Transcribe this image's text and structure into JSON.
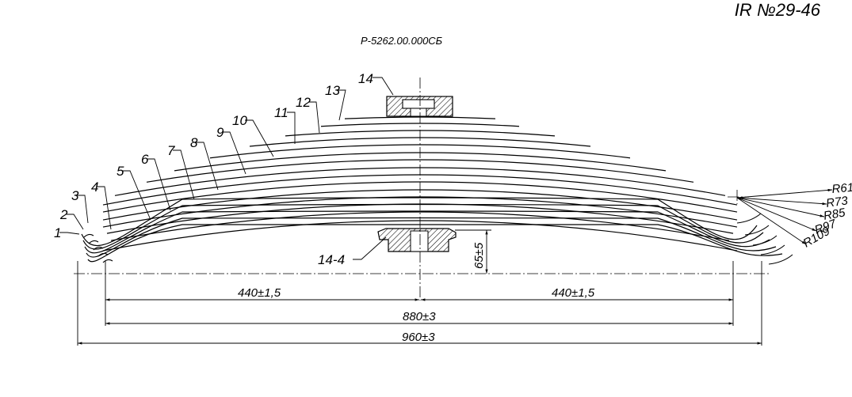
{
  "document": {
    "id": "IR №29-46",
    "drawing_number": "Р-5262.00.000СБ"
  },
  "leaf_labels": [
    "1",
    "2",
    "3",
    "4",
    "5",
    "6",
    "7",
    "8",
    "9",
    "10",
    "11",
    "12",
    "13",
    "14"
  ],
  "part_labels": {
    "center_bolt": "14",
    "lower_pad": "14-4"
  },
  "radii": [
    "R61",
    "R73",
    "R85",
    "R97",
    "R109"
  ],
  "dimensions": {
    "left_half": "440±1,5",
    "right_half": "440±1,5",
    "eye_centers": "880±3",
    "overall": "960±3",
    "camber": "65±5"
  },
  "colors": {
    "line": "#000000",
    "hatch": "#000000"
  }
}
